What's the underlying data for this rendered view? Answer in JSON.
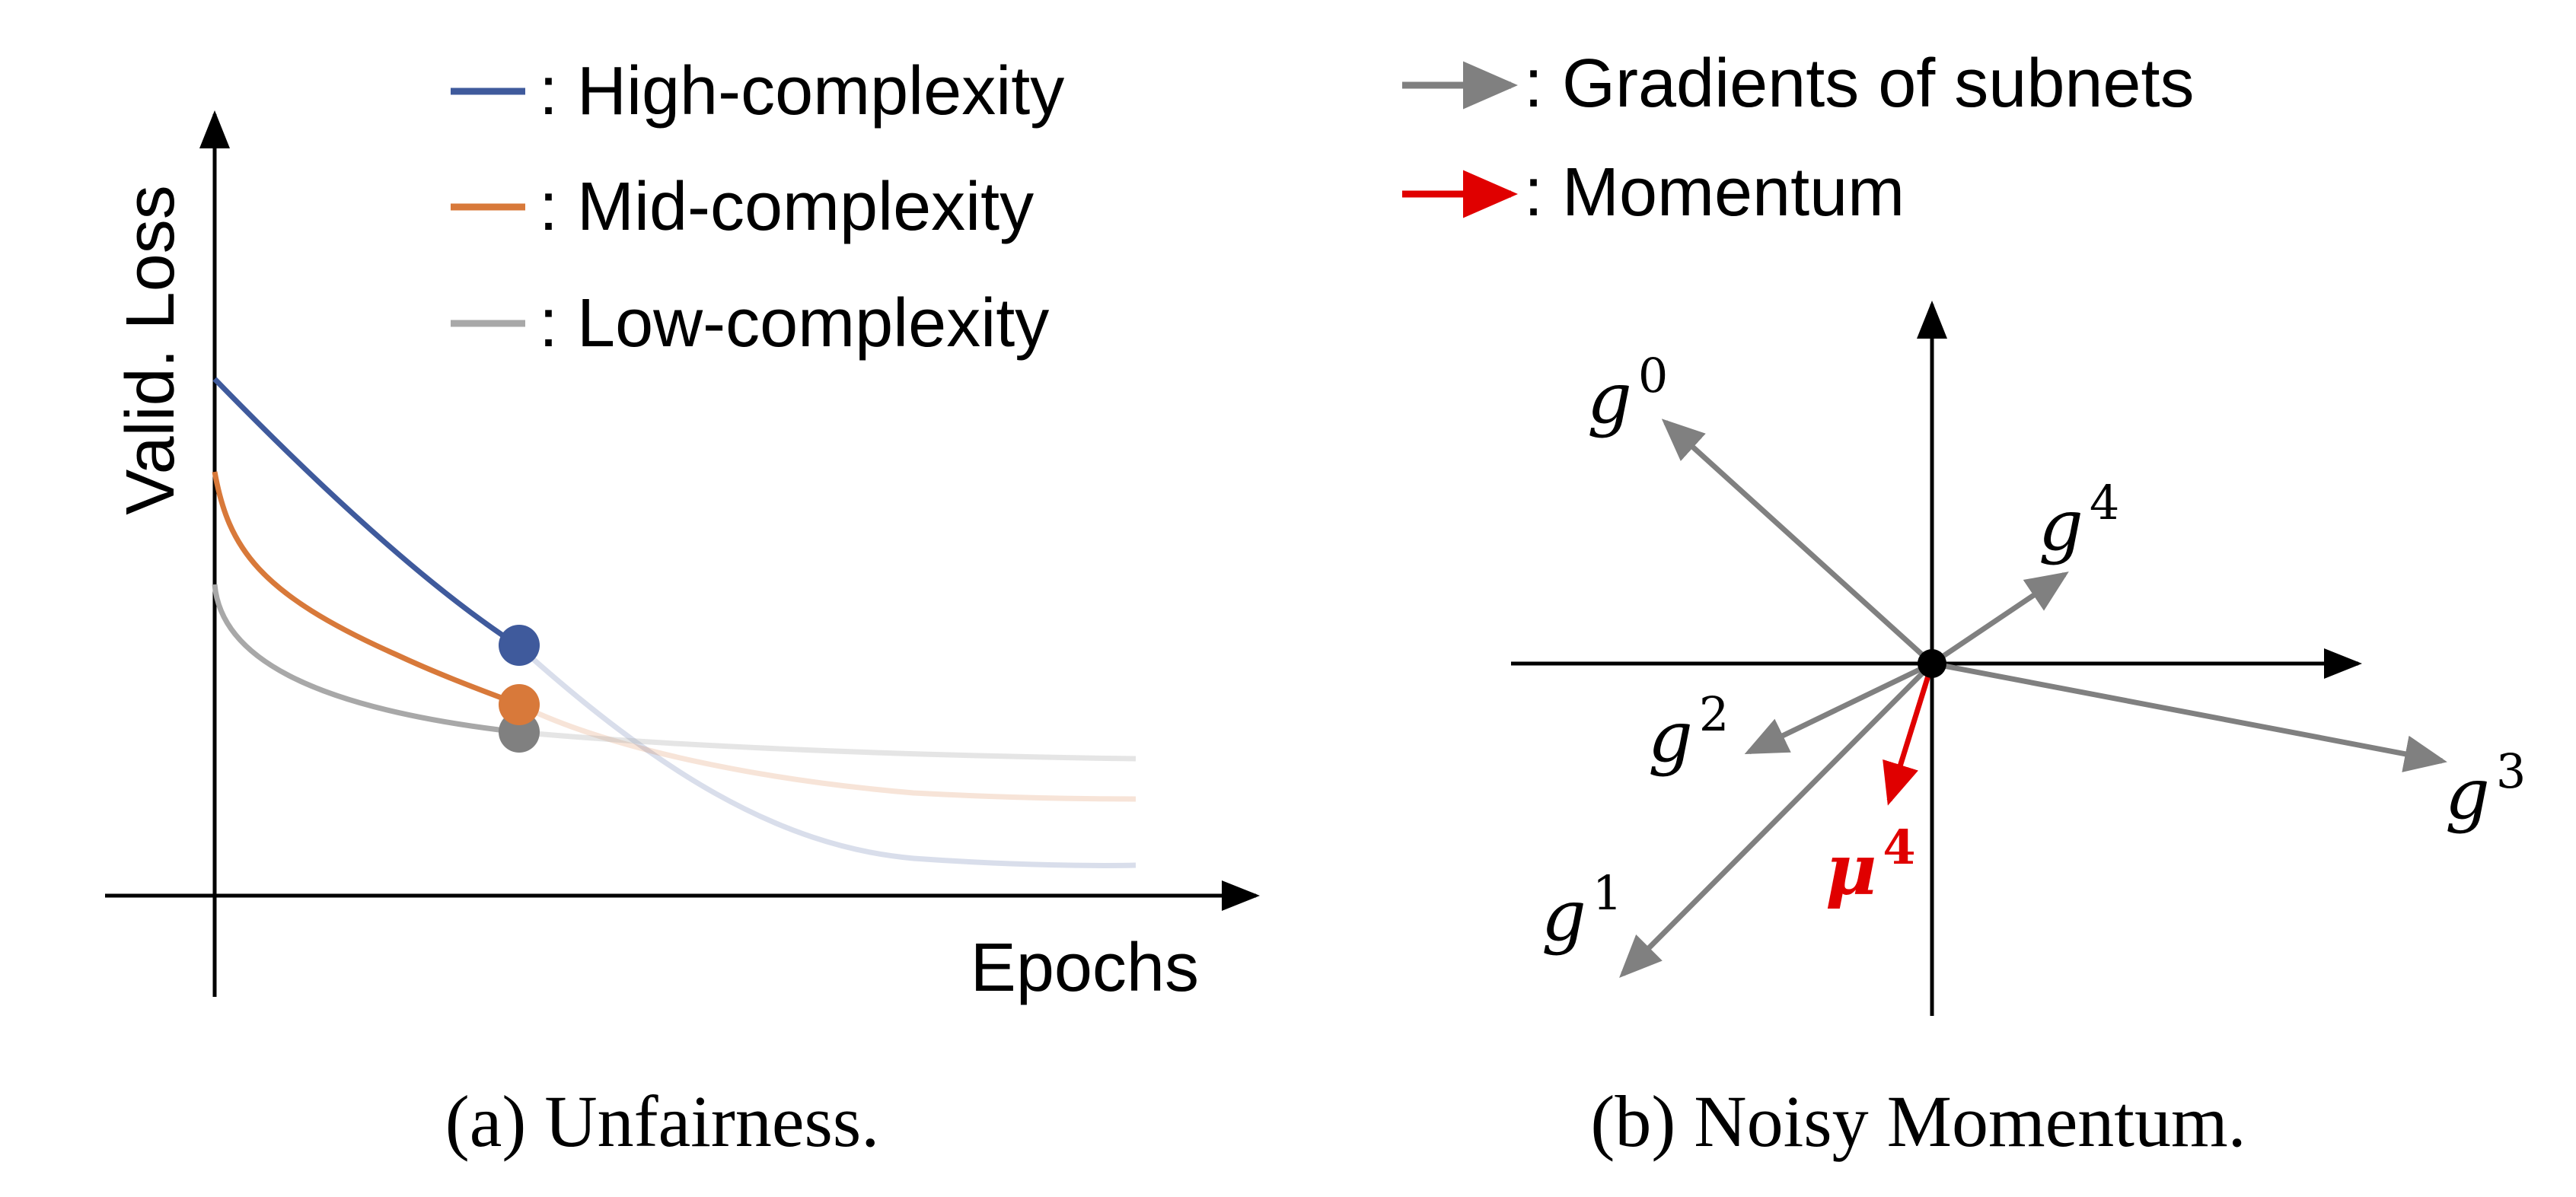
{
  "panel_a": {
    "ylabel": "Valid. Loss",
    "xlabel": "Epochs",
    "legend": [
      {
        "label": ": High-complexity",
        "color": "#3f5a9c"
      },
      {
        "label": ": Mid-complexity",
        "color": "#d8793a"
      },
      {
        "label": ": Low-complexity",
        "color": "#a8a8a8"
      }
    ],
    "caption": "(a) Unfairness.",
    "dot_colors": {
      "high": "#3f5a9c",
      "mid": "#d8793a",
      "low": "#808080"
    }
  },
  "panel_b": {
    "legend": [
      {
        "label": ": Gradients of subnets",
        "color": "#808080"
      },
      {
        "label": ": Momentum",
        "color": "#e00000"
      }
    ],
    "vectors": [
      {
        "name": "g",
        "sup": "0"
      },
      {
        "name": "g",
        "sup": "4"
      },
      {
        "name": "g",
        "sup": "2"
      },
      {
        "name": "g",
        "sup": "3"
      },
      {
        "name": "g",
        "sup": "1"
      }
    ],
    "momentum": {
      "name": "μ",
      "sup": "4"
    },
    "caption": "(b) Noisy Momentum."
  }
}
